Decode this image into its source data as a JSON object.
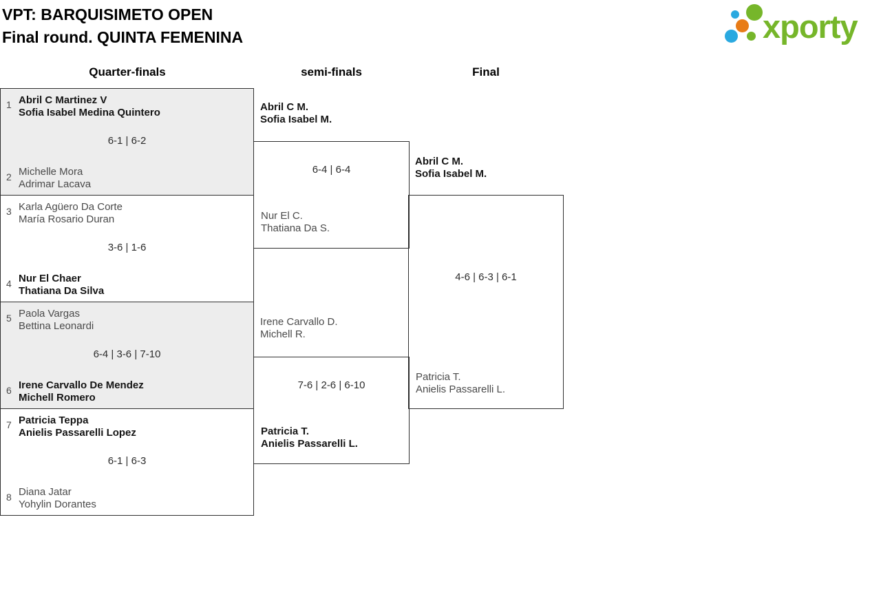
{
  "page": {
    "title_line1": "VPT: BARQUISIMETO OPEN",
    "title_line2": "Final round. QUINTA FEMENINA"
  },
  "logo": {
    "wordmark": "xporty",
    "colors": {
      "green": "#76b62a",
      "blue": "#2aa9e0",
      "orange": "#e87c17"
    }
  },
  "round_headers": {
    "quarter": "Quarter-finals",
    "semi": "semi-finals",
    "final": "Final"
  },
  "colors": {
    "shaded_box": "#ededed",
    "border": "#2e2e2e",
    "winner_text": "#141414",
    "loser_text": "#4a4a4a"
  },
  "quarter_finals": [
    {
      "seed_top": "1",
      "team_top_line1": "Abril C Martinez V",
      "team_top_line2": "Sofia Isabel Medina Quintero",
      "score": "6-1 | 6-2",
      "seed_bottom": "2",
      "team_bottom_line1": "Michelle Mora",
      "team_bottom_line2": "Adrimar Lacava",
      "winner": "top"
    },
    {
      "seed_top": "3",
      "team_top_line1": "Karla Agüero Da Corte",
      "team_top_line2": "María Rosario Duran",
      "score": "3-6 | 1-6",
      "seed_bottom": "4",
      "team_bottom_line1": "Nur El Chaer",
      "team_bottom_line2": "Thatiana Da Silva",
      "winner": "bottom"
    },
    {
      "seed_top": "5",
      "team_top_line1": "Paola Vargas",
      "team_top_line2": "Bettina Leonardi",
      "score": "6-4 | 3-6 | 7-10",
      "seed_bottom": "6",
      "team_bottom_line1": "Irene Carvallo De Mendez",
      "team_bottom_line2": "Michell Romero",
      "winner": "bottom"
    },
    {
      "seed_top": "7",
      "team_top_line1": "Patricia Teppa",
      "team_top_line2": "Anielis Passarelli Lopez",
      "score": "6-1 | 6-3",
      "seed_bottom": "8",
      "team_bottom_line1": "Diana Jatar",
      "team_bottom_line2": "Yohylin Dorantes",
      "winner": "top"
    }
  ],
  "semi_finals": [
    {
      "team_top_line1": "Abril C M.",
      "team_top_line2": "Sofia Isabel M.",
      "score": "6-4 | 6-4",
      "team_bottom_line1": "Nur El C.",
      "team_bottom_line2": "Thatiana Da S.",
      "winner": "top"
    },
    {
      "team_top_line1": "Irene Carvallo D.",
      "team_top_line2": "Michell R.",
      "score": "7-6 | 2-6 | 6-10",
      "team_bottom_line1": "Patricia T.",
      "team_bottom_line2": "Anielis Passarelli L.",
      "winner": "bottom"
    }
  ],
  "final": {
    "team_top_line1": "Abril C M.",
    "team_top_line2": "Sofia Isabel M.",
    "score": "4-6 | 6-3 | 6-1",
    "team_bottom_line1": "Patricia T.",
    "team_bottom_line2": "Anielis Passarelli L.",
    "winner": "top"
  }
}
